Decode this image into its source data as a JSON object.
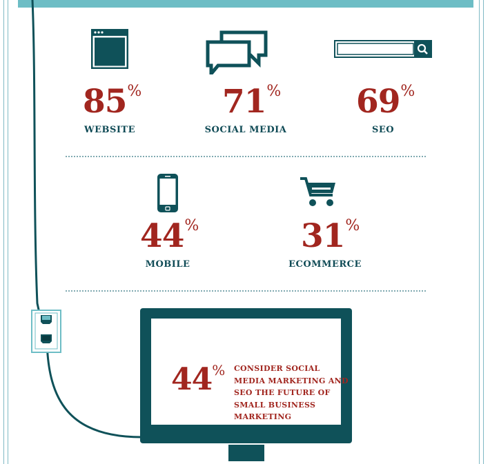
{
  "stats": [
    {
      "value": "85",
      "unit": "%",
      "label": "WEBSITE",
      "icon": "browser-window-icon"
    },
    {
      "value": "71",
      "unit": "%",
      "label": "SOCIAL MEDIA",
      "icon": "speech-bubbles-icon"
    },
    {
      "value": "69",
      "unit": "%",
      "label": "SEO",
      "icon": "search-bar-icon"
    },
    {
      "value": "44",
      "unit": "%",
      "label": "MOBILE",
      "icon": "smartphone-icon"
    },
    {
      "value": "31",
      "unit": "%",
      "label": "ECOMMERCE",
      "icon": "shopping-cart-icon"
    }
  ],
  "monitor": {
    "value": "44",
    "unit": "%",
    "message": "CONSIDER SOCIAL MEDIA MARKETING AND SEO THE FUTURE OF SMALL BUSINESS MARKETING"
  },
  "colors": {
    "accent_red": "#a1261f",
    "dark_teal": "#0f5159",
    "light_teal": "#6dbdc5"
  }
}
